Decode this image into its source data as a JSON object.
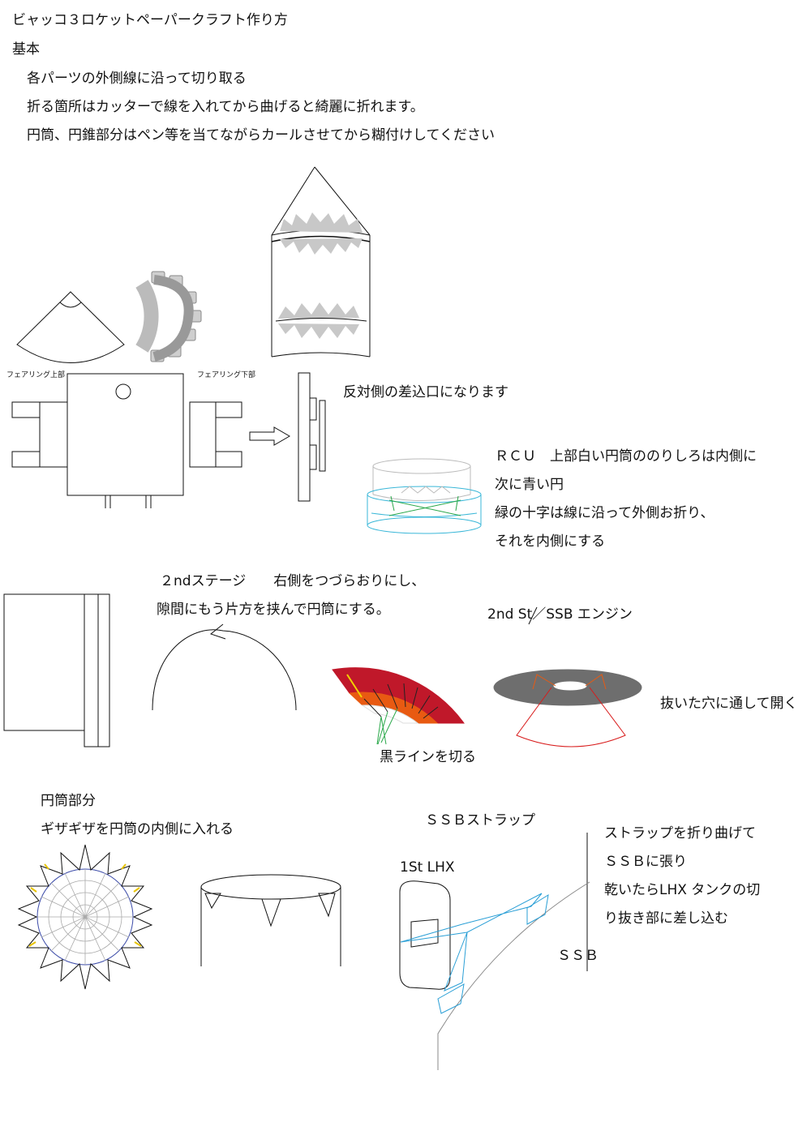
{
  "title": "ビャッコ３ロケットペーパークラフト作り方",
  "basics": {
    "heading": "基本",
    "lines": [
      "各パーツの外側線に沿って切り取る",
      "折る箇所はカッターで線を入れてから曲げると綺麗に折れます。",
      "円筒、円錐部分はペン等を当てながらカールさせてから糊付けしてください"
    ]
  },
  "fairing": {
    "upper_label": "フェアリング上部",
    "lower_label": "フェアリング下部",
    "slot_note": "反対側の差込口になります"
  },
  "rcu": {
    "lines": [
      "ＲＣＵ　上部白い円筒ののりしろは内側に",
      "次に青い円",
      "緑の十字は線に沿って外側お折り、",
      "それを内側にする"
    ]
  },
  "second_stage": {
    "lines": [
      "２ndステージ　　右側をつづらおりにし、",
      "隙間にもう片方を挟んで円筒にする。"
    ],
    "cut_note": "黒ラインを切る"
  },
  "ssb_engine": {
    "label": "2nd St／SSB エンジン",
    "note": "抜いた穴に通して開く"
  },
  "cylinder": {
    "lines": [
      "円筒部分",
      "ギザギザを円筒の内側に入れる"
    ]
  },
  "strap": {
    "label": "ＳＳＢストラップ",
    "lhx_label": "1St LHX",
    "ssb_label": "ＳＳＢ",
    "lines": [
      "ストラップを折り曲げて",
      "ＳＳＢに張り",
      "乾いたらLHX タンクの切",
      "り抜き部に差し込む"
    ]
  },
  "colors": {
    "stage_red": "#c0182a",
    "stage_orange": "#e85a12",
    "rcu_blue": "#3ab7d8",
    "green": "#2aa84a",
    "engine_gray": "#6e6e6e",
    "strap_blue": "#2a9fd6",
    "slot_gray": "#c8c8c8"
  }
}
